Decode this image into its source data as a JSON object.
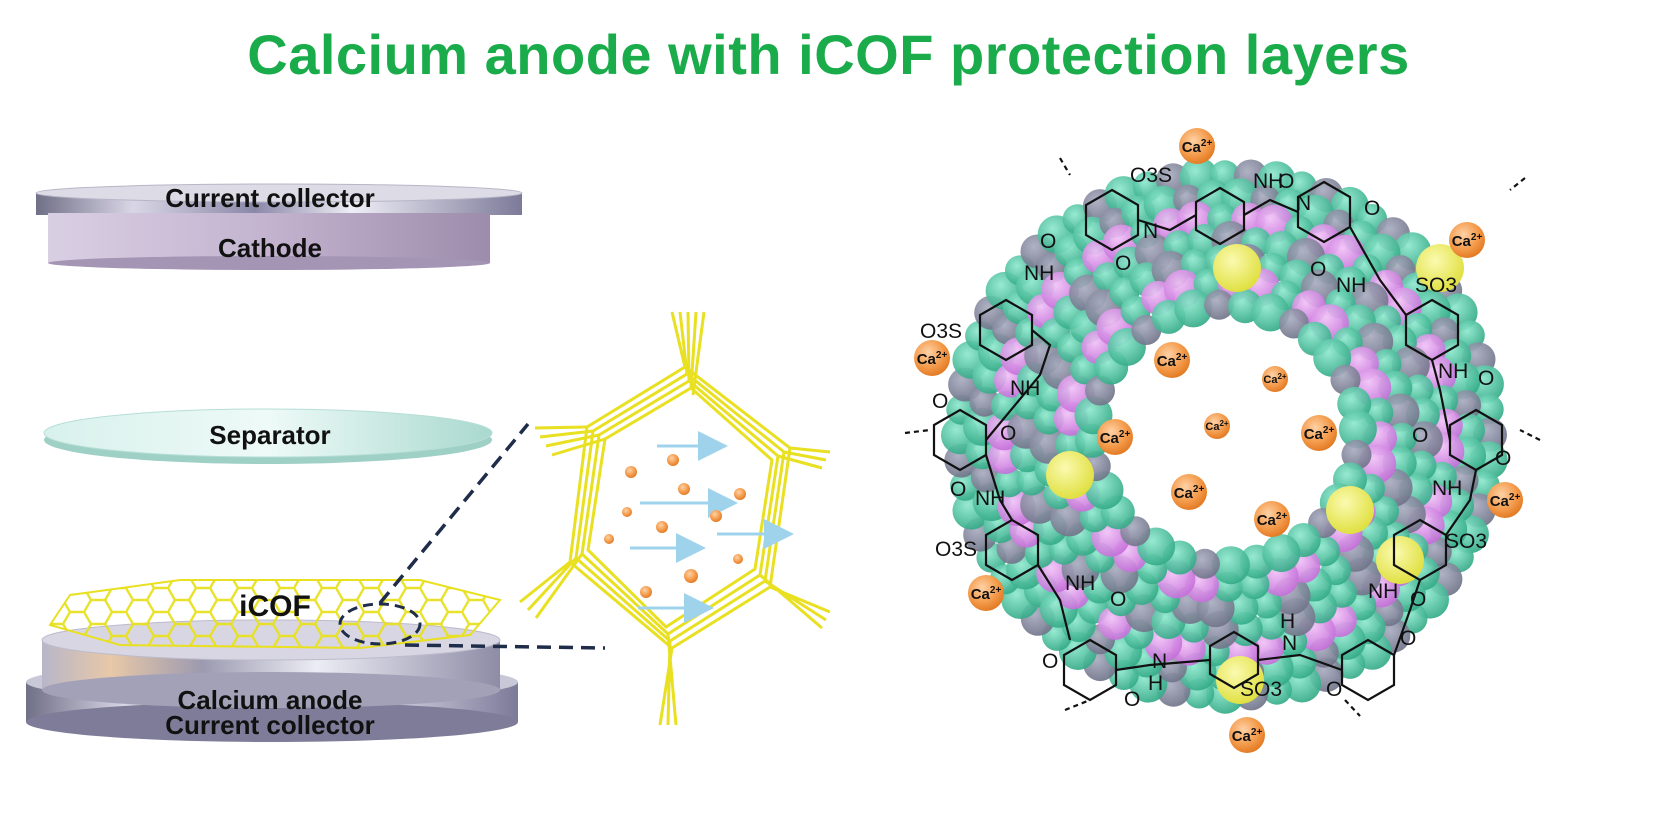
{
  "title": "Calcium anode with iCOF protection layers",
  "stack": {
    "top_collector": "Current collector",
    "cathode": "Cathode",
    "separator": "Separator",
    "icof": "iCOF",
    "anode": "Calcium anode",
    "bottom_collector": "Current collector"
  },
  "structure": {
    "ion_label": "Ca2+",
    "ion_base": "Ca",
    "ion_charge": "2+",
    "sulfonate": "SO3",
    "sulfonate_left": "O3S",
    "amine": "NH",
    "oxygen": "O",
    "nitrogen": "N",
    "hydrogen": "H"
  },
  "colors": {
    "title": "#1aab4b",
    "icof_yellow": "#e6df1e",
    "ion_orange": "#f28a2e",
    "teal": "#3fbf9a",
    "violet": "#d68be6",
    "arrow_blue": "#9fd3ec"
  }
}
